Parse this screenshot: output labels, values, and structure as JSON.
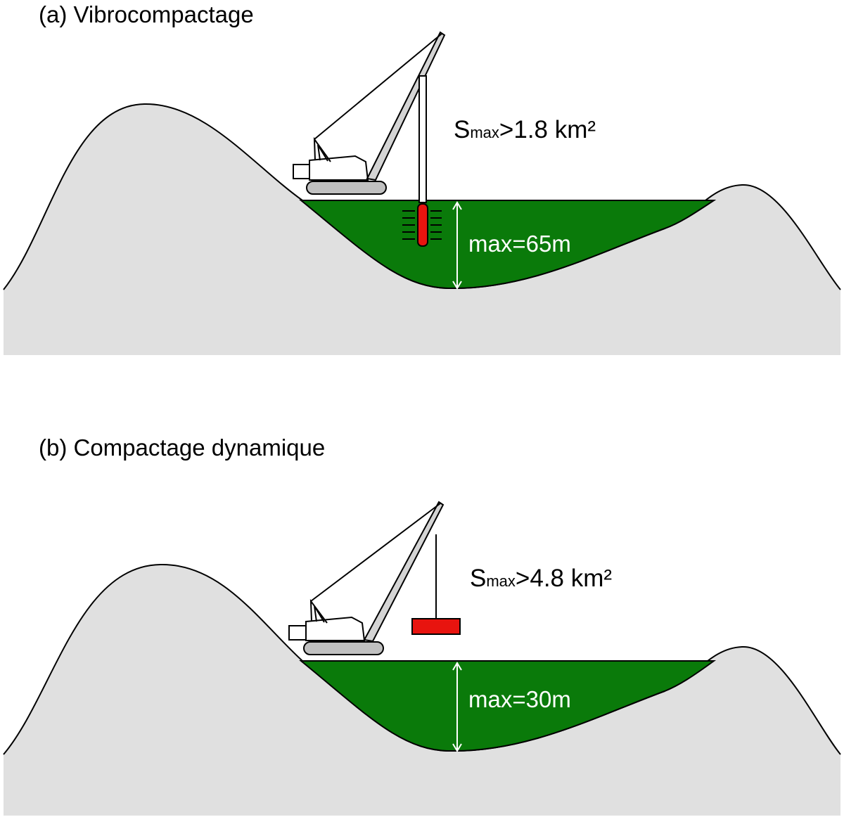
{
  "panels": [
    {
      "title": "(a) Vibrocompactage",
      "area": {
        "symbol": "S",
        "sub": "max",
        "value": ">1.8 km²"
      },
      "depth": "max=65m",
      "tool": "vibroprobe"
    },
    {
      "title": "(b) Compactage dynamique",
      "area": {
        "symbol": "S",
        "sub": "max",
        "value": ">4.8 km²"
      },
      "depth": "max=30m",
      "tool": "drop-weight"
    }
  ],
  "colors": {
    "ground": "#e0e0e0",
    "fill_zone": "#0a7a0a",
    "tool": "#e8140f",
    "crane_boom": "#d4d4d4",
    "track": "#c0c0c0"
  }
}
